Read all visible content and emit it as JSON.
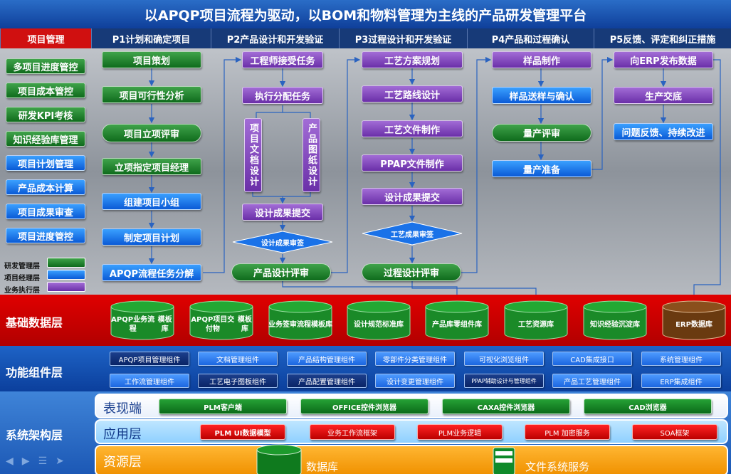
{
  "title": "以APQP项目流程为驱动，以BOM和物料管理为主线的产品研发管理平台",
  "phases": [
    "项目管理",
    "P1计划和确定项目",
    "P2产品设计和开发验证",
    "P3过程设计和开发验证",
    "P4产品和过程确认",
    "P5反馈、评定和纠正措施"
  ],
  "sidebar": [
    "多项目进度管控",
    "项目成本管控",
    "研发KPI考核",
    "知识经验库管理",
    "项目计划管理",
    "产品成本计算",
    "项目成果审查",
    "项目进度管控"
  ],
  "legend": [
    "研发管理层",
    "项目经理层",
    "业务执行层"
  ],
  "colors": {
    "green": "#1a7f28",
    "blue": "#1a72e8",
    "purple": "#7b3fb8",
    "red": "#d40000"
  },
  "p1": [
    "项目策划",
    "项目可行性分析",
    "项目立项评审",
    "立项指定项目经理",
    "组建项目小组",
    "制定项目计划",
    "APQP流程任务分解"
  ],
  "p2": [
    "工程师接受任务",
    "执行分配任务",
    "项目文档设计",
    "产品图纸设计",
    "设计成果提交",
    "设计成果审签",
    "产品设计评审"
  ],
  "p3": [
    "工艺方案规划",
    "工艺路线设计",
    "工艺文件制作",
    "PPAP文件制作",
    "设计成果提交",
    "工艺成果审签",
    "过程设计评审"
  ],
  "p4": [
    "样品制作",
    "样品送样与确认",
    "量产评审",
    "量产准备"
  ],
  "p5": [
    "向ERP发布数据",
    "生产交底",
    "问题反馈、持续改进"
  ],
  "basic": {
    "label": "基础数据层",
    "items": [
      [
        "APQP业务流程",
        "模板库"
      ],
      [
        "APQP项目交付物",
        "模板库"
      ],
      [
        "业务签审流程",
        "模板库"
      ],
      [
        "设计规范",
        "标准库"
      ],
      [
        "产品库",
        "零组件库"
      ],
      [
        "工艺资源库"
      ],
      [
        "知识经验",
        "沉淀库"
      ],
      [
        "ERP",
        "数据库"
      ]
    ]
  },
  "func": {
    "label": "功能组件层",
    "row1": [
      "APQP项目管理组件",
      "文档管理组件",
      "产品结构管理组件",
      "零部件分类管理组件",
      "可视化浏览组件",
      "CAD集成接口",
      "系统管理组件"
    ],
    "row2": [
      "工作流管理组件",
      "工艺电子图板组件",
      "产品配置管理组件",
      "设计变更管理组件",
      "PPAP辅助设计与管理组件",
      "产品工艺管理组件",
      "ERP集成组件"
    ]
  },
  "arch": {
    "label": "系统架构层",
    "presentation": {
      "label": "表现端",
      "items": [
        "PLM客户端",
        "OFFICE控件浏览器",
        "CAXA控件浏览器",
        "CAD浏览器"
      ]
    },
    "application": {
      "label": "应用层",
      "items": [
        "PLM UI数据模型",
        "业务工作流框架",
        "PLM业务逻辑",
        "PLM 加密服务",
        "SOA框架"
      ]
    },
    "resource": {
      "label": "资源层",
      "items": [
        "数据库",
        "文件系统服务"
      ]
    }
  }
}
